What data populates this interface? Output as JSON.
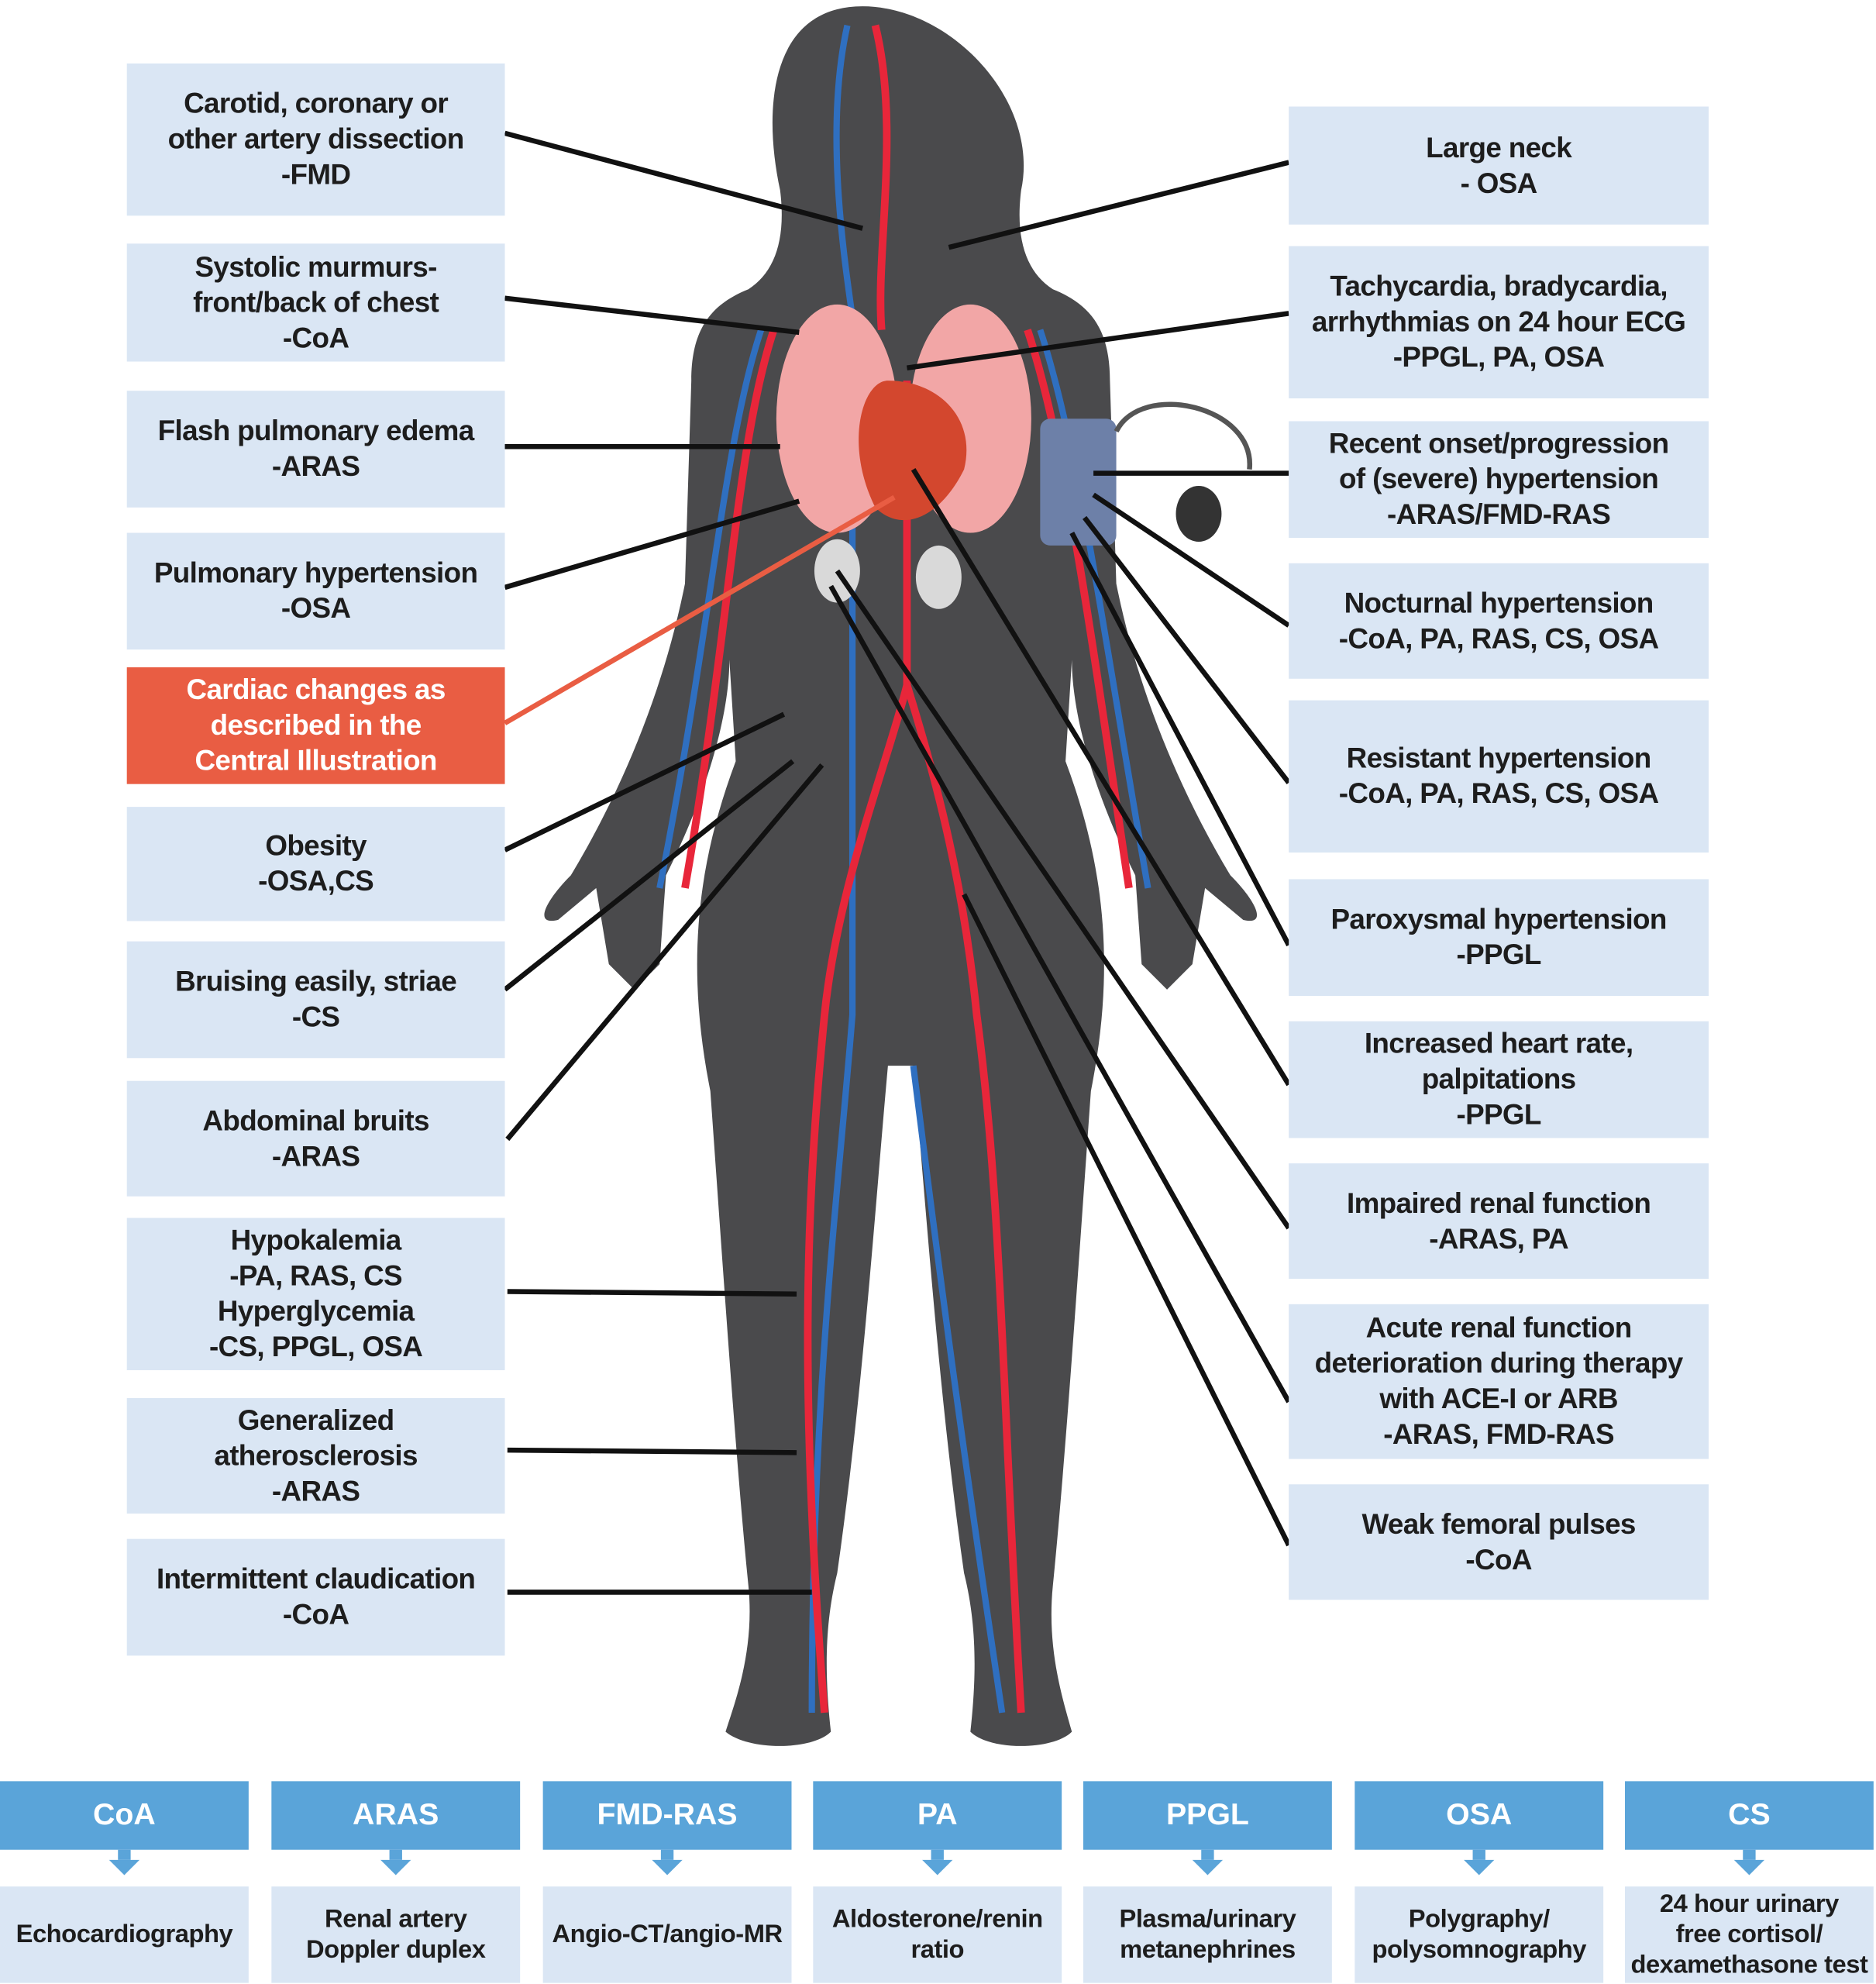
{
  "colors": {
    "box": "#dae6f4",
    "highlight": "#e95d43",
    "header": "#5aa4d9",
    "body": "#4a4a4c",
    "artery": "#e8263a",
    "vein": "#2f6fc0"
  },
  "left_boxes": [
    {
      "lines": [
        "Carotid, coronary or",
        "other artery dissection",
        "-FMD"
      ]
    },
    {
      "lines": [
        "Systolic murmurs-",
        "front/back of chest",
        "-CoA"
      ]
    },
    {
      "lines": [
        "Flash pulmonary edema",
        "-ARAS"
      ]
    },
    {
      "lines": [
        "Pulmonary hypertension",
        "-OSA"
      ]
    },
    {
      "lines": [
        "Cardiac changes as",
        "described in the",
        "Central Illustration"
      ]
    },
    {
      "lines": [
        "Obesity",
        "-OSA,CS"
      ]
    },
    {
      "lines": [
        "Bruising easily, striae",
        "-CS"
      ]
    },
    {
      "lines": [
        "Abdominal bruits",
        "-ARAS"
      ]
    },
    {
      "lines": [
        "Hypokalemia",
        "-PA, RAS, CS",
        "Hyperglycemia",
        "-CS, PPGL, OSA"
      ]
    },
    {
      "lines": [
        "Generalized",
        "atherosclerosis",
        "-ARAS"
      ]
    },
    {
      "lines": [
        "Intermittent claudication",
        "-CoA"
      ]
    }
  ],
  "right_boxes": [
    {
      "lines": [
        "Large neck",
        "- OSA"
      ]
    },
    {
      "lines": [
        "Tachycardia, bradycardia,",
        "arrhythmias on 24 hour ECG",
        "-PPGL, PA, OSA"
      ]
    },
    {
      "lines": [
        "Recent onset/progression",
        "of (severe) hypertension",
        "-ARAS/FMD-RAS"
      ]
    },
    {
      "lines": [
        "Nocturnal hypertension",
        "-CoA, PA, RAS, CS, OSA"
      ]
    },
    {
      "lines": [
        "Resistant hypertension",
        "-CoA, PA, RAS, CS, OSA"
      ]
    },
    {
      "lines": [
        "Paroxysmal hypertension",
        "-PPGL"
      ]
    },
    {
      "lines": [
        "Increased heart rate,",
        "palpitations",
        "-PPGL"
      ]
    },
    {
      "lines": [
        "Impaired renal function",
        "-ARAS, PA"
      ]
    },
    {
      "lines": [
        "Acute renal function",
        "deterioration during therapy",
        "with ACE-I or ARB",
        "-ARAS, FMD-RAS"
      ]
    },
    {
      "lines": [
        "Weak femoral pulses",
        "-CoA"
      ]
    }
  ],
  "conditions": [
    {
      "name": "CoA",
      "test": [
        "Echocardiography"
      ]
    },
    {
      "name": "ARAS",
      "test": [
        "Renal artery",
        "Doppler duplex"
      ]
    },
    {
      "name": "FMD-RAS",
      "test": [
        "Angio-CT/angio-MR"
      ]
    },
    {
      "name": "PA",
      "test": [
        "Aldosterone/renin",
        "ratio"
      ]
    },
    {
      "name": "PPGL",
      "test": [
        "Plasma/urinary",
        "metanephrines"
      ]
    },
    {
      "name": "OSA",
      "test": [
        "Polygraphy/",
        "polysomnography"
      ]
    },
    {
      "name": "CS",
      "test": [
        "24 hour urinary",
        "free cortisol/",
        "dexamethasone test"
      ]
    }
  ]
}
